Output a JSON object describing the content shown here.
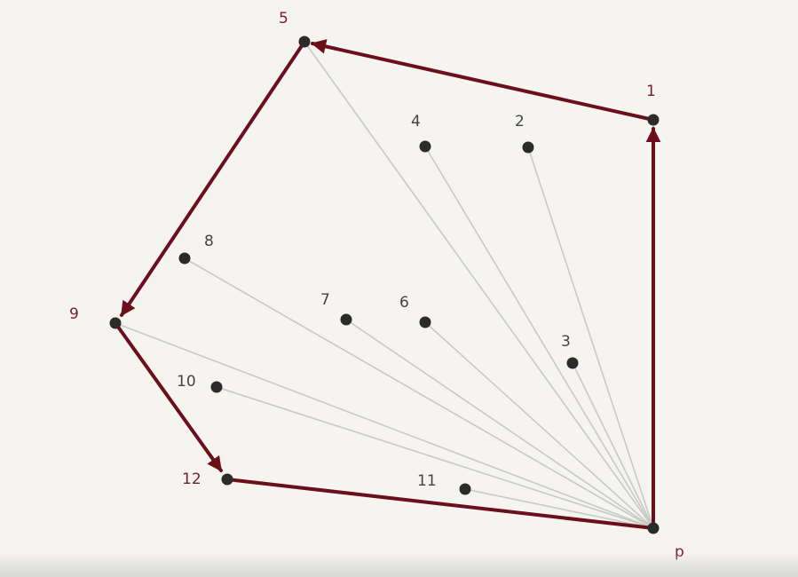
{
  "colors": {
    "background": "#f5f4f0",
    "hull_edge": "#6b0f1a",
    "hull_label": "#7a1b2a",
    "interior_label": "#444444",
    "ray": "#c9c9c6",
    "point": "#2b2b2b"
  },
  "labels": {
    "p": "p",
    "1": "1",
    "2": "2",
    "3": "3",
    "4": "4",
    "5": "5",
    "6": "6",
    "7": "7",
    "8": "8",
    "9": "9",
    "10": "10",
    "11": "11",
    "12": "12"
  }
}
